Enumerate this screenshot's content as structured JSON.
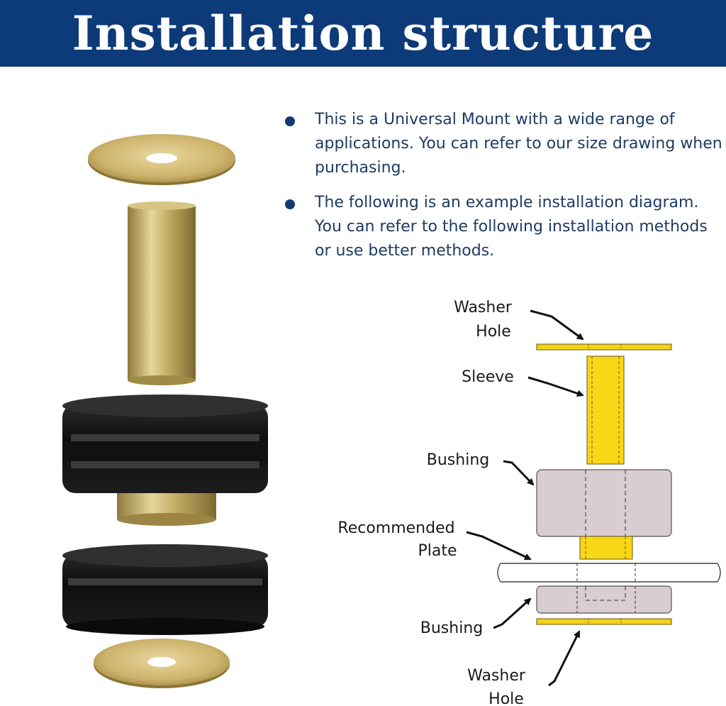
{
  "banner": {
    "title": "Installation structure",
    "background": "#0d3a78"
  },
  "bullets": [
    "This is a Universal Mount with a wide range of applications. You can refer to our size drawing when purchasing.",
    "The following is an example installation diagram. You can refer to the following installation methods or use better methods."
  ],
  "diagram": {
    "labels": {
      "washer_top": [
        "Washer",
        "Hole"
      ],
      "sleeve": "Sleeve",
      "bushing_top": "Bushing",
      "plate": [
        "Recommended",
        "Plate"
      ],
      "bushing_bottom": "Bushing",
      "washer_bottom": [
        "Washer",
        "Hole"
      ]
    },
    "colors": {
      "washer": "#f2d21b",
      "sleeve": "#f7d716",
      "bushing": "#d9cdd1",
      "outline": "#555555"
    }
  },
  "photo": {
    "parts": [
      "washer",
      "sleeve",
      "bushing",
      "bushing",
      "washer"
    ],
    "colors": {
      "brass": "#c9b36a",
      "rubber": "#151515"
    }
  }
}
